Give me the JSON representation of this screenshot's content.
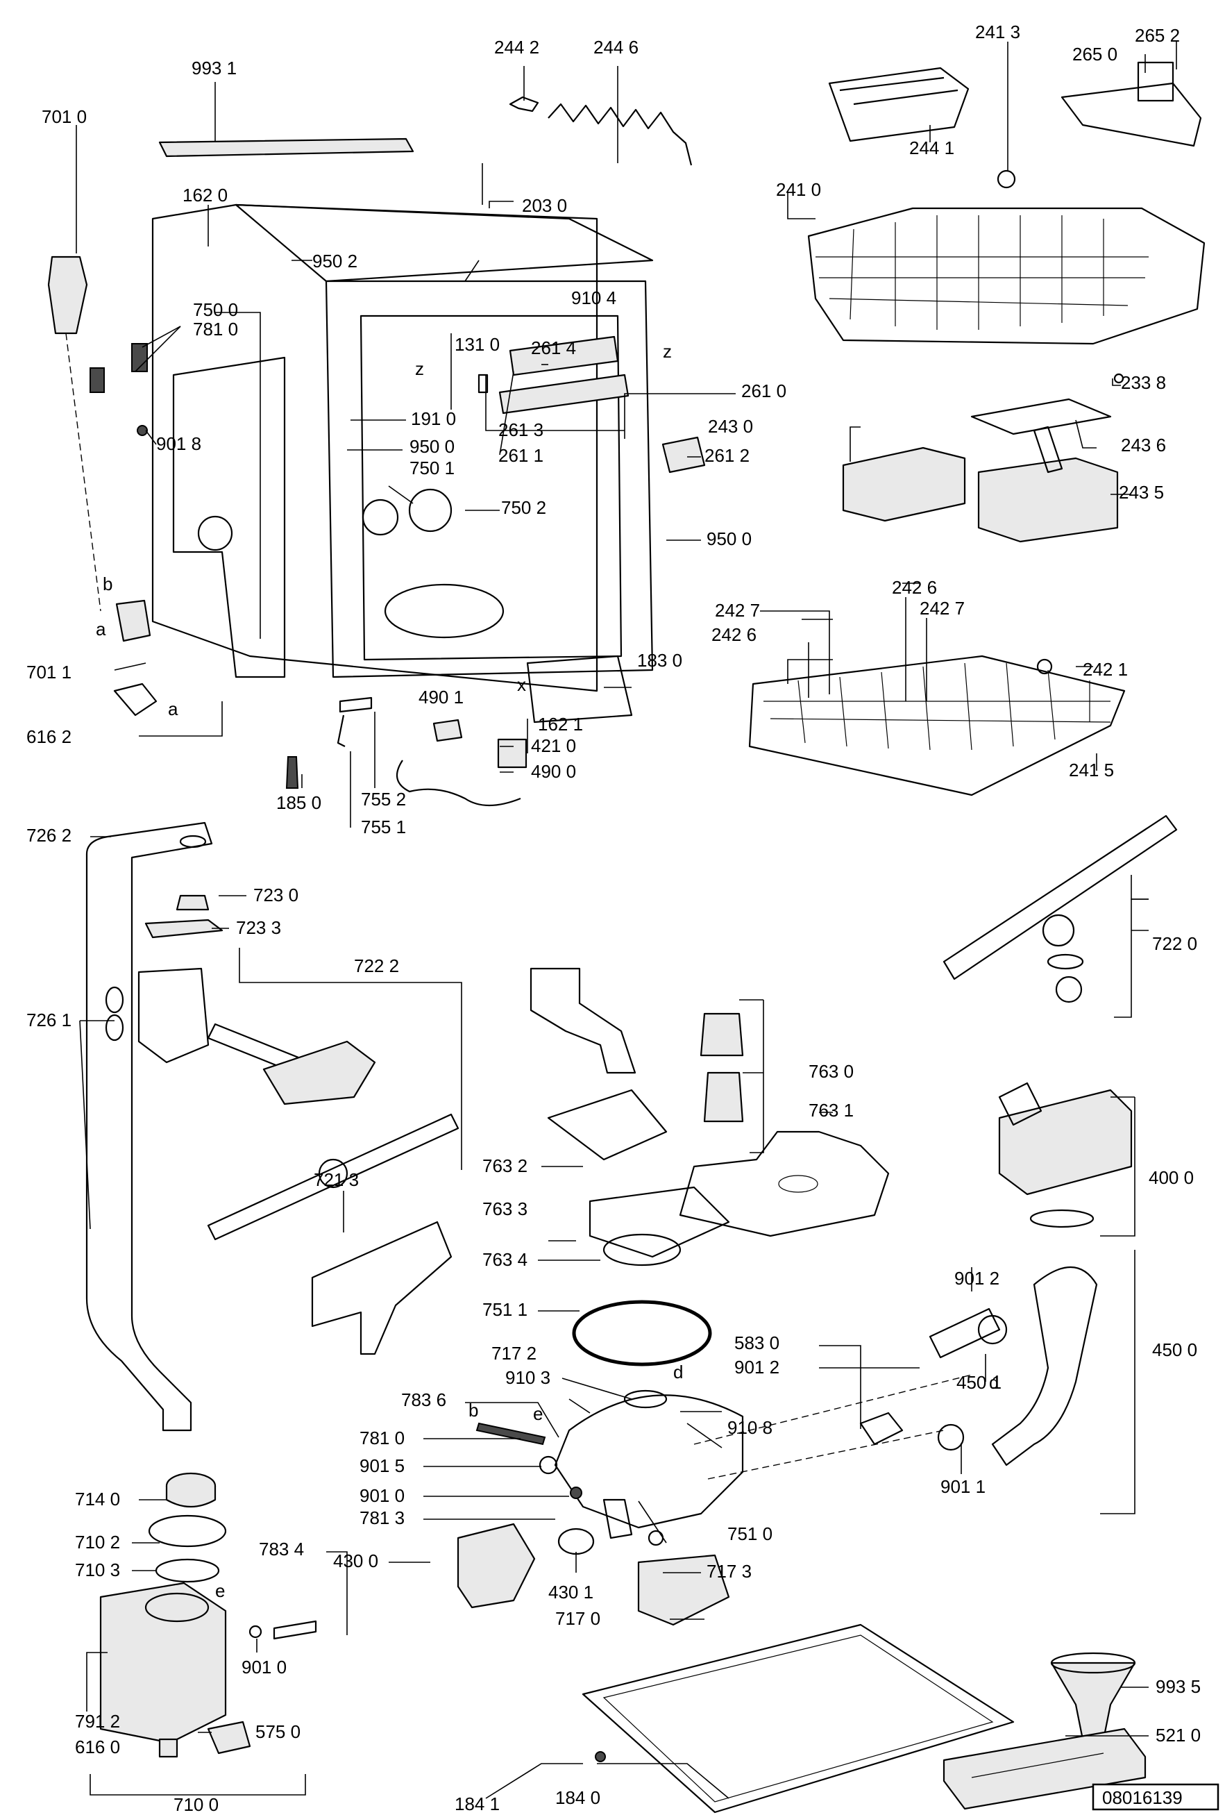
{
  "labels": {
    "l9931": "993 1",
    "l2442": "244 2",
    "l2446": "244 6",
    "l2413": "241 3",
    "l2652": "265 2",
    "l2650": "265 0",
    "l7010": "701 0",
    "l1620": "162 0",
    "l2030": "203 0",
    "l2441": "244 1",
    "l2410": "241 0",
    "l9502": "950 2",
    "l9104": "910 4",
    "l7500": "750 0",
    "l7810a": "781 0",
    "l1310": "131 0",
    "l2614": "261 4",
    "l2338": "233 8",
    "l2610": "261 0",
    "l1910": "191 0",
    "l2613": "261 3",
    "l9018": "901 8",
    "l9500a": "950 0",
    "l2611": "261 1",
    "l2430": "243 0",
    "l2436": "243 6",
    "l2612": "261 2",
    "l7501": "750 1",
    "l7502": "750 2",
    "l2435": "243 5",
    "l9500b": "950 0",
    "l2426a": "242 6",
    "l2427a": "242 7",
    "l2427b": "242 7",
    "l2426b": "242 6",
    "l7011": "701 1",
    "l1830": "183 0",
    "l2421": "242 1",
    "l4901": "490 1",
    "l1621": "162 1",
    "l6162": "616 2",
    "l4210": "421 0",
    "l4900": "490 0",
    "l2415": "241 5",
    "l7552": "755 2",
    "l1850": "185 0",
    "l7551": "755 1",
    "l7262": "726 2",
    "l7230": "723 0",
    "l7233": "723 3",
    "l7222": "722 2",
    "l7220": "722 0",
    "l7261": "726 1",
    "l7630": "763 0",
    "l7631": "763 1",
    "l4000": "400 0",
    "l7632": "763 2",
    "l7633": "763 3",
    "l7213": "721 3",
    "l7634": "763 4",
    "l9012a": "901 2",
    "l7511": "751 1",
    "l5830": "583 0",
    "l4500": "450 0",
    "l7172": "717 2",
    "l9012b": "901 2",
    "l9103": "910 3",
    "l4501": "450 1",
    "l7836": "783 6",
    "l9108": "910 8",
    "l7810b": "781 0",
    "l9015": "901 5",
    "l9011": "901 1",
    "l9010a": "901 0",
    "l7140": "714 0",
    "l7813": "781 3",
    "l7510": "751 0",
    "l7102": "710 2",
    "l7834": "783 4",
    "l4300": "430 0",
    "l7173": "717 3",
    "l7103": "710 3",
    "l4301": "430 1",
    "l7170": "717 0",
    "l9010b": "901 0",
    "l9935": "993 5",
    "l7912": "791 2",
    "l5750": "575 0",
    "l6160": "616 0",
    "l5210": "521 0",
    "l7100": "710 0",
    "l1841": "184 1",
    "l1840": "184 0"
  },
  "markers": {
    "a1": "a",
    "a2": "a",
    "b1": "b",
    "b2": "b",
    "z1": "z",
    "z2": "z",
    "x1": "x",
    "d1": "d",
    "d2": "d",
    "e1": "e",
    "e2": "e"
  },
  "doc_code": "08016139"
}
